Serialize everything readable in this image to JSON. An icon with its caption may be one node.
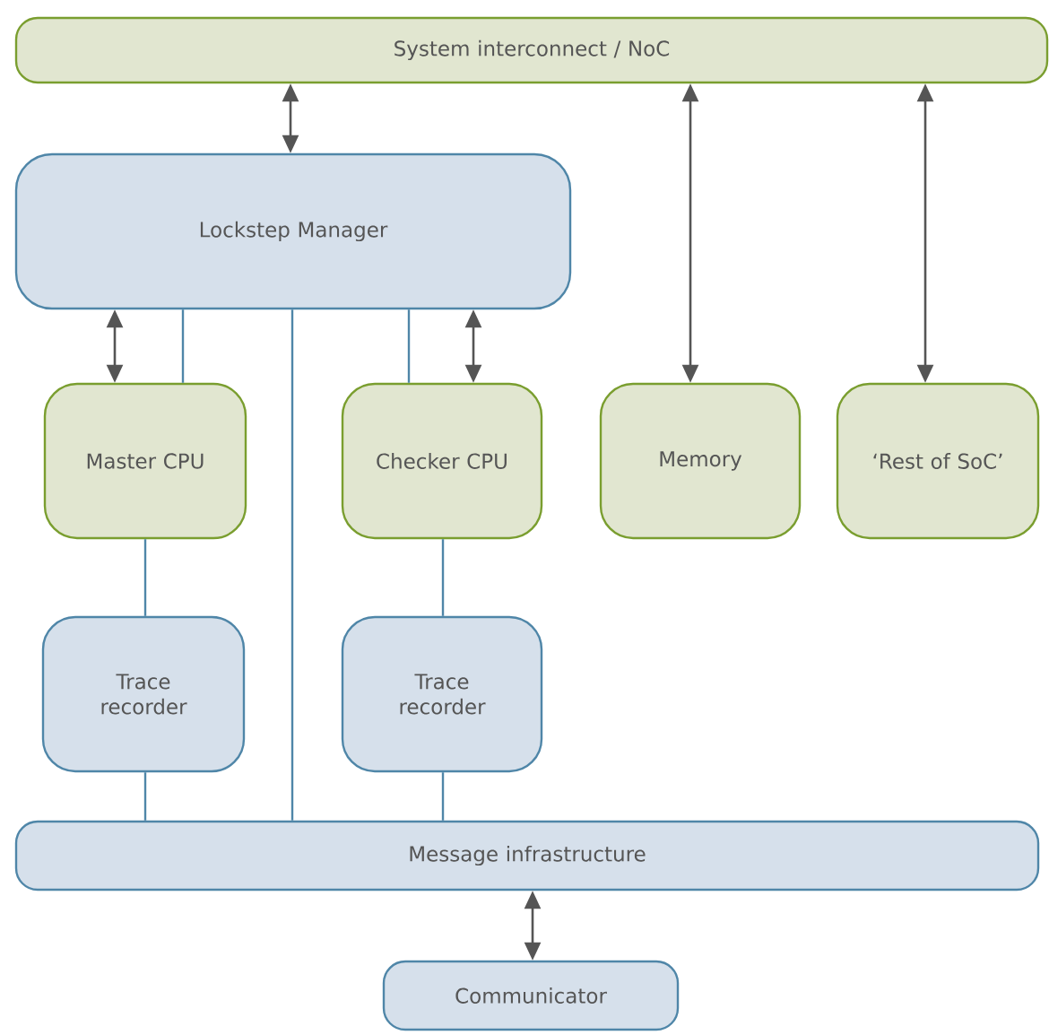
{
  "diagram": {
    "nodes": [
      {
        "text": [
          "System interconnect / NoC"
        ]
      },
      {
        "text": [
          "Lockstep Manager"
        ]
      },
      {
        "text": [
          "Master CPU"
        ]
      },
      {
        "text": [
          "Checker CPU"
        ]
      },
      {
        "text": [
          "Memory"
        ]
      },
      {
        "text": [
          "‘Rest of SoC’"
        ]
      },
      {
        "text": [
          "Trace recorder"
        ]
      },
      {
        "text": [
          "Trace recorder"
        ]
      },
      {
        "text": [
          "Message infrastructure"
        ]
      },
      {
        "text": [
          "Communicator"
        ]
      }
    ],
    "edges": [
      {
        "from": 0,
        "to": 1,
        "arrow": "both",
        "color": "#555555"
      },
      {
        "from": 1,
        "to": 2,
        "arrow": "both",
        "color": "#555555"
      },
      {
        "from": 1,
        "to": 2,
        "arrow": "none"
      },
      {
        "from": 1,
        "to": 3,
        "arrow": "none"
      },
      {
        "from": 1,
        "to": 3,
        "arrow": "both",
        "color": "#555555"
      },
      {
        "from": 0,
        "to": 4,
        "arrow": "both",
        "color": "#555555"
      },
      {
        "from": 0,
        "to": 5,
        "arrow": "both",
        "color": "#555555"
      },
      {
        "from": 2,
        "to": 6,
        "arrow": "none"
      },
      {
        "from": 3,
        "to": 7,
        "arrow": "none"
      },
      {
        "from": 1,
        "to": 8,
        "arrow": "none"
      },
      {
        "from": 6,
        "to": 8,
        "arrow": "none"
      },
      {
        "from": 7,
        "to": 8,
        "arrow": "none"
      },
      {
        "from": 8,
        "to": 9,
        "arrow": "both",
        "color": "#555555"
      }
    ]
  }
}
